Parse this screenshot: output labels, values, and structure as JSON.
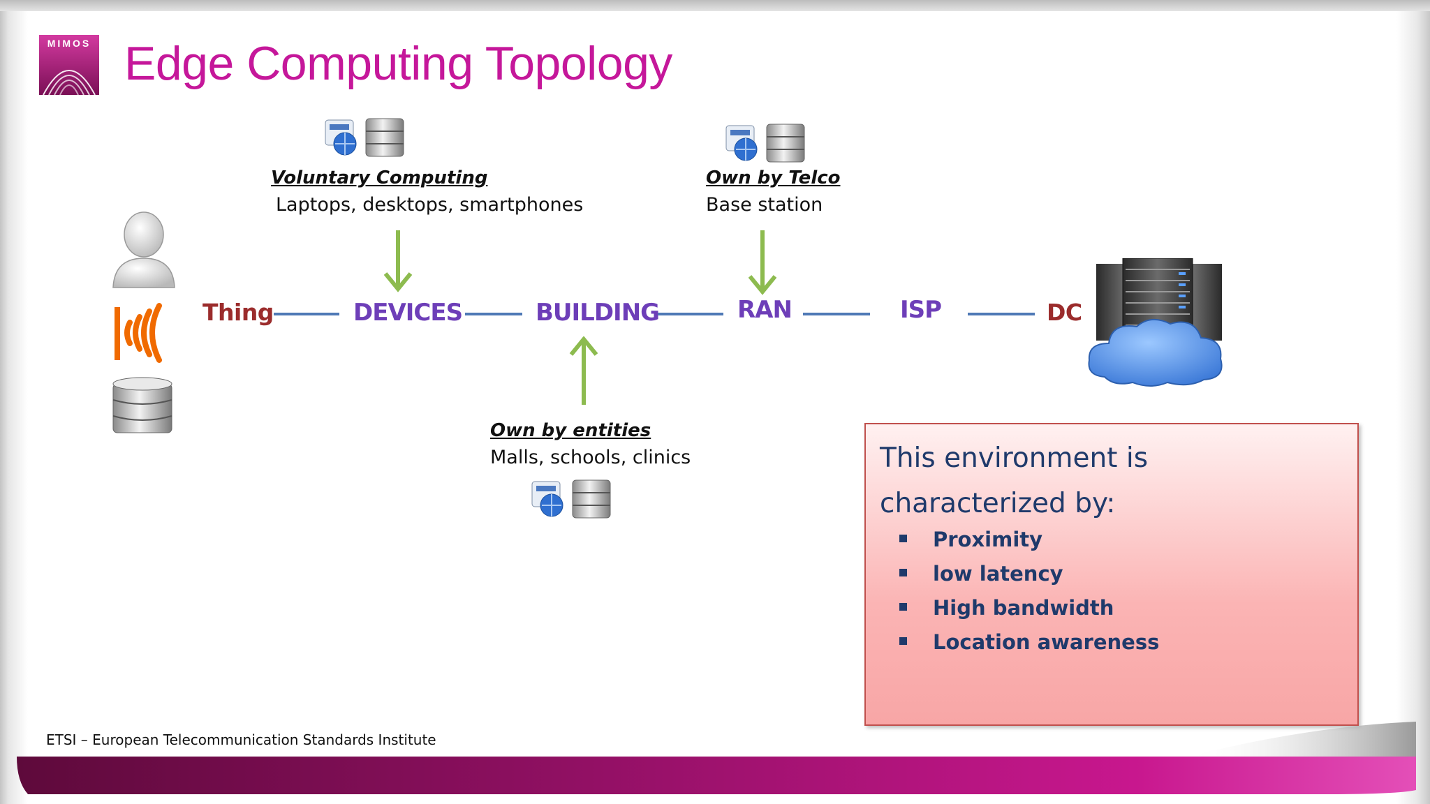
{
  "slide": {
    "title": "Edge Computing Topology",
    "logo": {
      "text": "MIMOS"
    }
  },
  "labels": {
    "voluntary": {
      "heading": "Voluntary Computing",
      "subtext": "Laptops, desktops, smartphones"
    },
    "telco": {
      "heading": "Own by Telco",
      "subtext": "Base station"
    },
    "entities": {
      "heading": "Own by entities",
      "subtext": "Malls, schools, clinics"
    }
  },
  "topology": {
    "nodes": [
      "Thing",
      "DEVICES",
      "BUILDING",
      "RAN",
      "ISP",
      "DC"
    ]
  },
  "panel": {
    "heading": "This environment is characterized by:",
    "items": [
      "Proximity",
      "low latency",
      "High bandwidth",
      "Location awareness"
    ]
  },
  "footer": {
    "text": "ETSI – European Telecommunication Standards Institute"
  },
  "colors": {
    "title": "#c5179a",
    "node": "#6d3eb8",
    "thing_dc": "#9b2c2c",
    "connector": "#4f79b6",
    "arrow": "#8dbb4f",
    "panel_border": "#c0504d",
    "panel_text": "#1f3a6b"
  },
  "icons": [
    "user-icon",
    "rfid-signal-icon",
    "database-icon",
    "disk-globe-icon",
    "server-rack-icon",
    "cloud-icon"
  ]
}
